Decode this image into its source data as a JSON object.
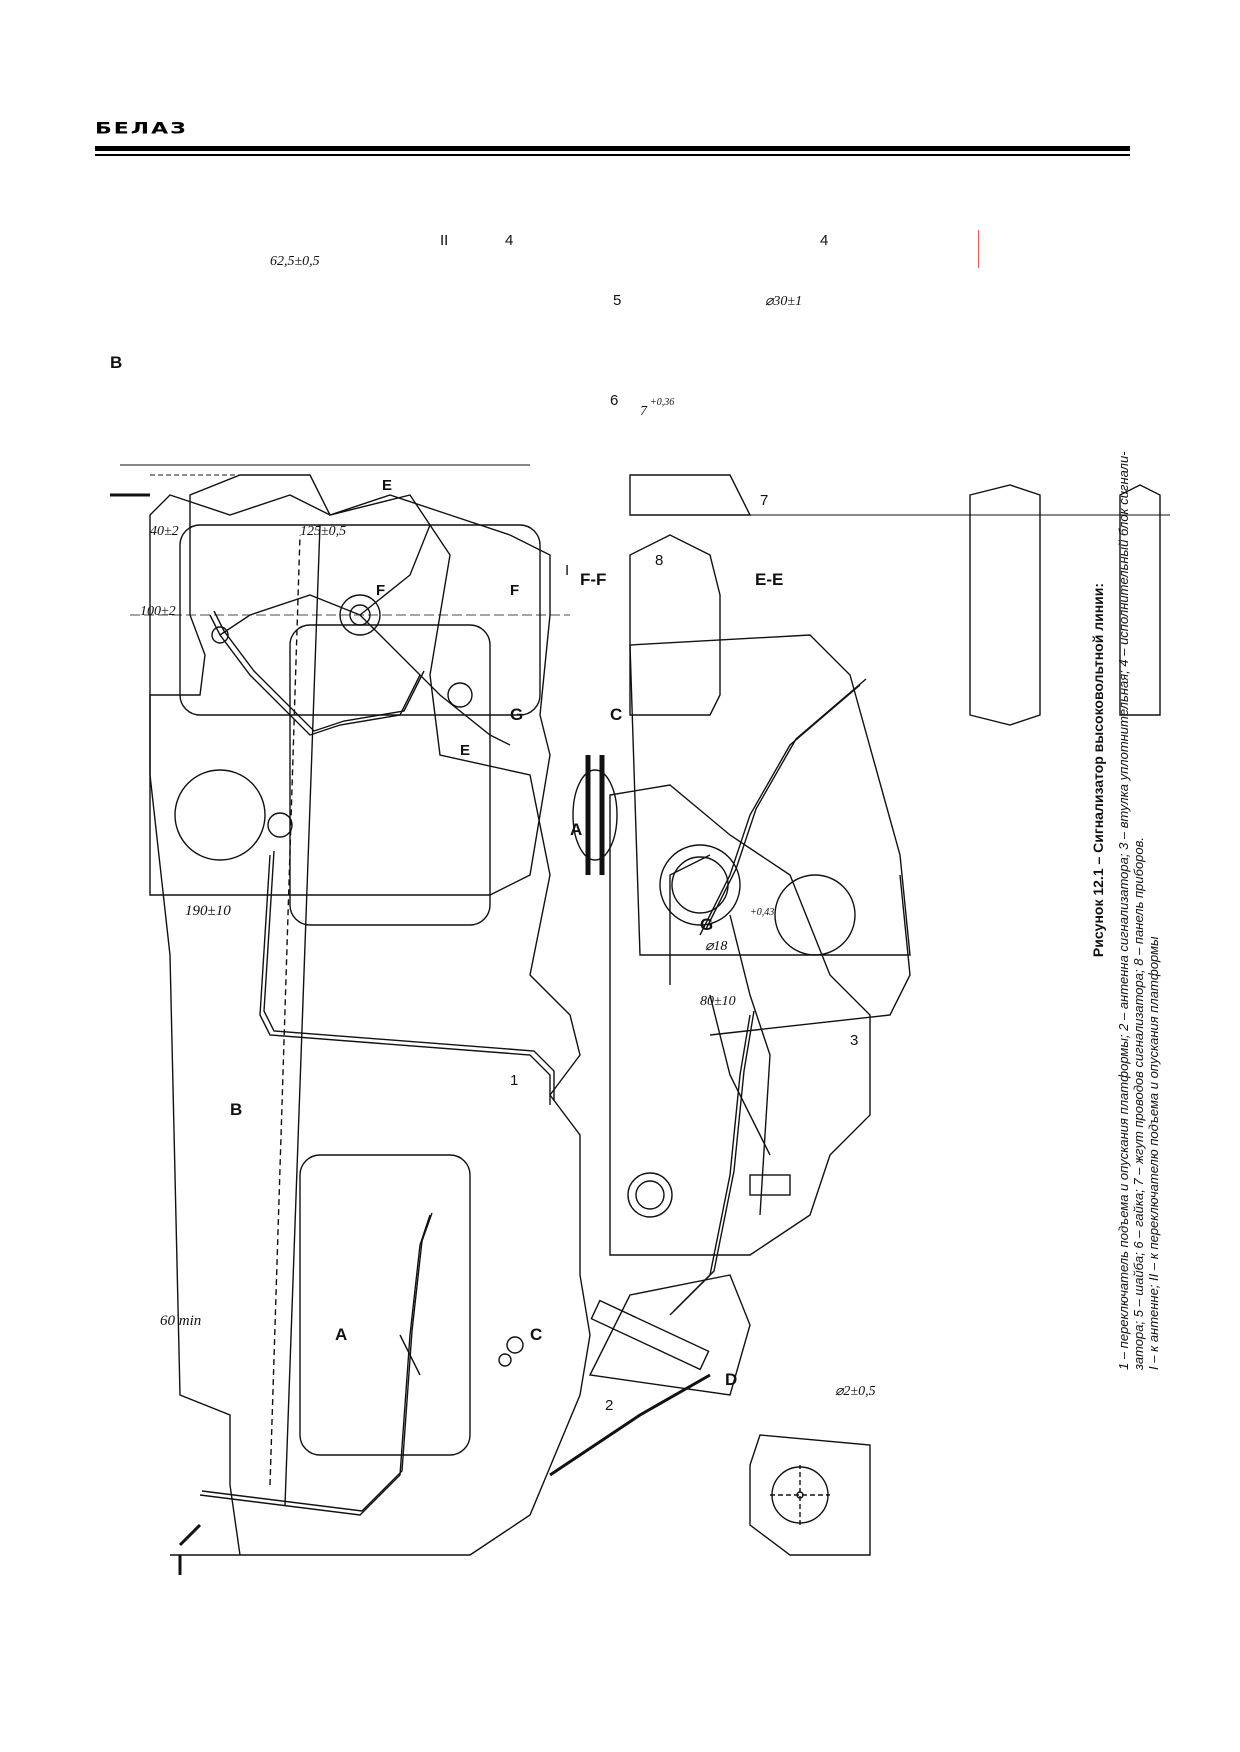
{
  "header": {
    "logo": "БЕЛАЗ"
  },
  "figure": {
    "title": "Рисунок 12.1 – Сигнализатор высоковольтной линии:",
    "legend_line1": "1 – переключатель подъема и опускания платформы; 2 – антенна сигнализатора; 3 – втулка уплотнительная; 4 – исполнительный блок сигнали-",
    "legend_line2": "затора; 5 – шайба; 6 – гайка; 7 – жгут проводов сигнализатора; 8 – панель приборов.",
    "legend_line3": "I – к антенне; II – к переключателю подъема и опускания платформы"
  },
  "views": {
    "A": "A",
    "B": "B",
    "C": "C",
    "D": "D",
    "G": "G",
    "E": "E",
    "F": "F",
    "EE": "E-E",
    "FF": "F-F"
  },
  "callouts": {
    "n1": "1",
    "n2": "2",
    "n3": "3",
    "n4": "4",
    "n4b": "4",
    "n5": "5",
    "n6": "6",
    "n7": "7",
    "n8": "8",
    "rI": "I",
    "rII": "II"
  },
  "dimensions": {
    "d60": "60 min",
    "d190": "190±10",
    "d80": "80±10",
    "d18": "⌀18",
    "d18tol": "+0,43",
    "d2": "⌀2±0,5",
    "d100": "100±2",
    "d40": "40±2",
    "d125": "125±0,5",
    "d62": "62,5±0,5",
    "d7": "7",
    "d7tol": "+0,36",
    "d30": "⌀30±1"
  }
}
